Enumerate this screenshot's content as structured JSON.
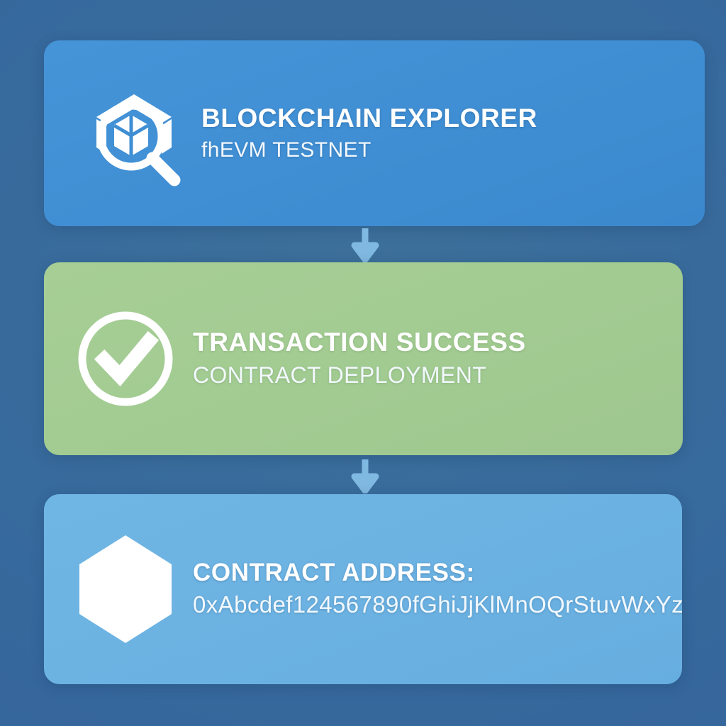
{
  "background": {
    "color": "#36679e"
  },
  "cards": [
    {
      "id": "blockchain-explorer",
      "icon": "magnifier-block-icon",
      "title": "BLOCKCHAIN EXPLORER",
      "subtitle": "fhEVM TESTNET",
      "background_color": "#3f8ed3",
      "text_color": "#ffffff"
    },
    {
      "id": "transaction-success",
      "icon": "check-circle-icon",
      "title": "TRANSACTION SUCCESS",
      "subtitle": "CONTRACT DEPLOYMENT",
      "background_color": "#a2cb92",
      "text_color": "#ffffff"
    },
    {
      "id": "contract-address",
      "icon": "hexagon-icon",
      "title": "CONTRACT ADDRESS:",
      "subtitle": "0xAbcdef124567890fGhiJjKlMnOQrStuvWxYz",
      "background_color": "#6bb2e2",
      "text_color": "#ffffff"
    }
  ],
  "connectors": [
    {
      "id": "arrow-explorer-to-success",
      "icon": "arrow-down-icon",
      "color": "#7fb8e0"
    },
    {
      "id": "arrow-success-to-contract",
      "icon": "arrow-down-icon",
      "color": "#7fb8e0"
    }
  ]
}
